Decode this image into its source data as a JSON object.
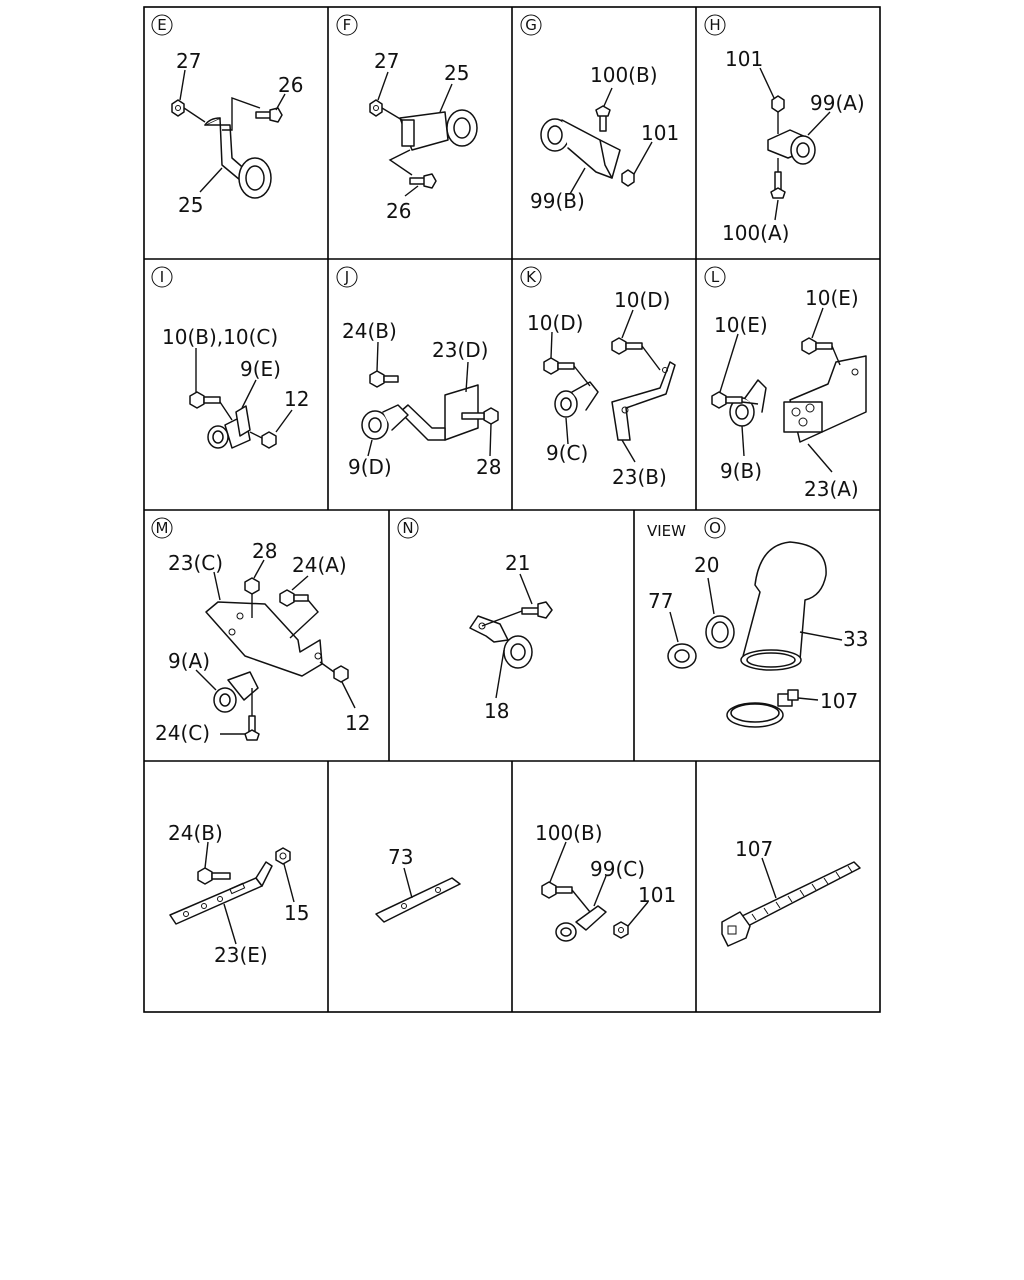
{
  "panels": {
    "E": {
      "circle": "E",
      "labels": [
        "27",
        "26",
        "25"
      ]
    },
    "F": {
      "circle": "F",
      "labels": [
        "27",
        "25",
        "26"
      ]
    },
    "G": {
      "circle": "G",
      "labels": [
        "100(B)",
        "101",
        "99(B)"
      ]
    },
    "H": {
      "circle": "H",
      "labels": [
        "101",
        "99(A)",
        "100(A)"
      ]
    },
    "I": {
      "circle": "I",
      "labels": [
        "10(B),10(C)",
        "9(E)",
        "12"
      ]
    },
    "J": {
      "circle": "J",
      "labels": [
        "24(B)",
        "23(D)",
        "9(D)",
        "28"
      ]
    },
    "K": {
      "circle": "K",
      "labels": [
        "10(D)",
        "10(D)",
        "9(C)",
        "23(B)"
      ]
    },
    "L": {
      "circle": "L",
      "labels": [
        "10(E)",
        "10(E)",
        "9(B)",
        "23(A)"
      ]
    },
    "M": {
      "circle": "M",
      "labels": [
        "28",
        "23(C)",
        "24(A)",
        "9(A)",
        "12",
        "24(C)"
      ]
    },
    "N": {
      "circle": "N",
      "labels": [
        "21",
        "18"
      ]
    },
    "O": {
      "view_text": "VIEW",
      "circle": "O",
      "labels": [
        "20",
        "77",
        "33",
        "107"
      ]
    },
    "P1": {
      "labels": [
        "24(B)",
        "15",
        "23(E)"
      ]
    },
    "P2": {
      "labels": [
        "73"
      ]
    },
    "P3": {
      "labels": [
        "100(B)",
        "99(C)",
        "101"
      ]
    },
    "P4": {
      "labels": [
        "107"
      ]
    }
  }
}
